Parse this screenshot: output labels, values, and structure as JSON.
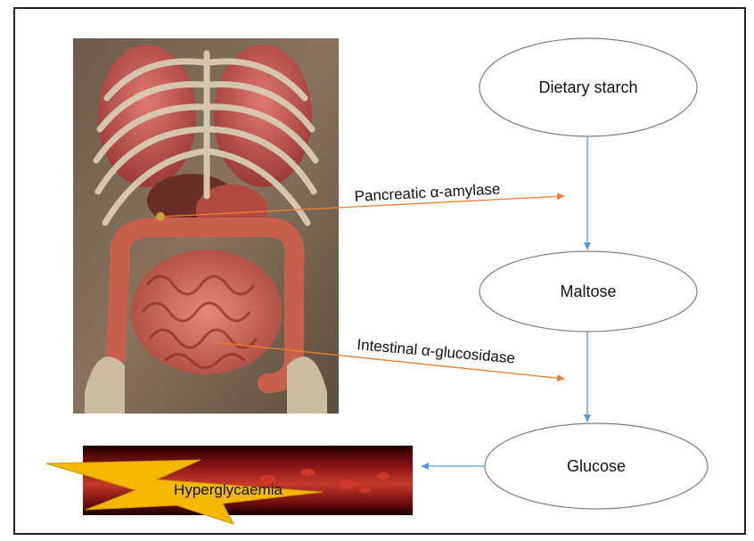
{
  "nodes": {
    "dietary_starch": "Dietary starch",
    "maltose": "Maltose",
    "glucose": "Glucose"
  },
  "enzymes": {
    "amylase": "Pancreatic α-amylase",
    "glucosidase": "Intestinal α-glucosidase"
  },
  "outcome": "Hyperglycaemia",
  "colors": {
    "flow_arrow": "#5b9bd5",
    "enzyme_arrow": "#ed7d31",
    "bolt": "#f5b800",
    "vessel": "#9b1b1b",
    "node_stroke": "#7f7f7f"
  },
  "images": {
    "anatomy": "digestive-anatomy-illustration",
    "vessel": "blood-vessel-illustration"
  }
}
